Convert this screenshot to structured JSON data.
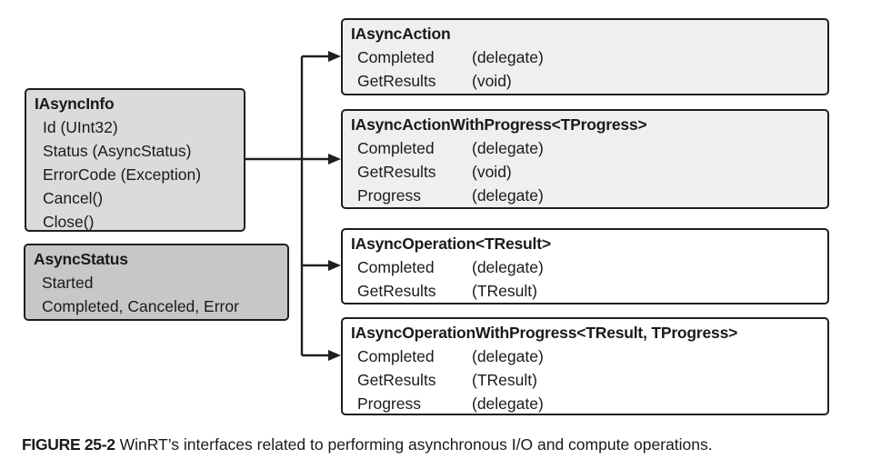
{
  "figure": {
    "label": "FIGURE 25-2",
    "caption": "WinRT’s interfaces related to performing asynchronous I/O and compute operations."
  },
  "left_boxes": [
    {
      "title": "IAsyncInfo",
      "items": [
        "Id (UInt32)",
        "Status (AsyncStatus)",
        "ErrorCode (Exception)",
        "Cancel()",
        "Close()"
      ]
    },
    {
      "title": "AsyncStatus",
      "items": [
        "Started",
        "Completed, Canceled, Error"
      ]
    }
  ],
  "interface_boxes": [
    {
      "title": "IAsyncAction",
      "members": [
        {
          "name": "Completed",
          "type": "(delegate)"
        },
        {
          "name": "GetResults",
          "type": "(void)"
        }
      ]
    },
    {
      "title": "IAsyncActionWithProgress<TProgress>",
      "members": [
        {
          "name": "Completed",
          "type": "(delegate)"
        },
        {
          "name": "GetResults",
          "type": "(void)"
        },
        {
          "name": "Progress",
          "type": "(delegate)"
        }
      ]
    },
    {
      "title": "IAsyncOperation<TResult>",
      "members": [
        {
          "name": "Completed",
          "type": "(delegate)"
        },
        {
          "name": "GetResults",
          "type": "(TResult)"
        }
      ]
    },
    {
      "title": "IAsyncOperationWithProgress<TResult, TProgress>",
      "members": [
        {
          "name": "Completed",
          "type": "(delegate)"
        },
        {
          "name": "GetResults",
          "type": "(TResult)"
        },
        {
          "name": "Progress",
          "type": "(delegate)"
        }
      ]
    }
  ],
  "colors": {
    "border": "#1e1e1e",
    "line": "#1e1e1e",
    "fill_info": "#dbdbdb",
    "fill_status": "#c7c7c7",
    "fill_light": "#f0efed",
    "fill_white": "#ffffff"
  }
}
